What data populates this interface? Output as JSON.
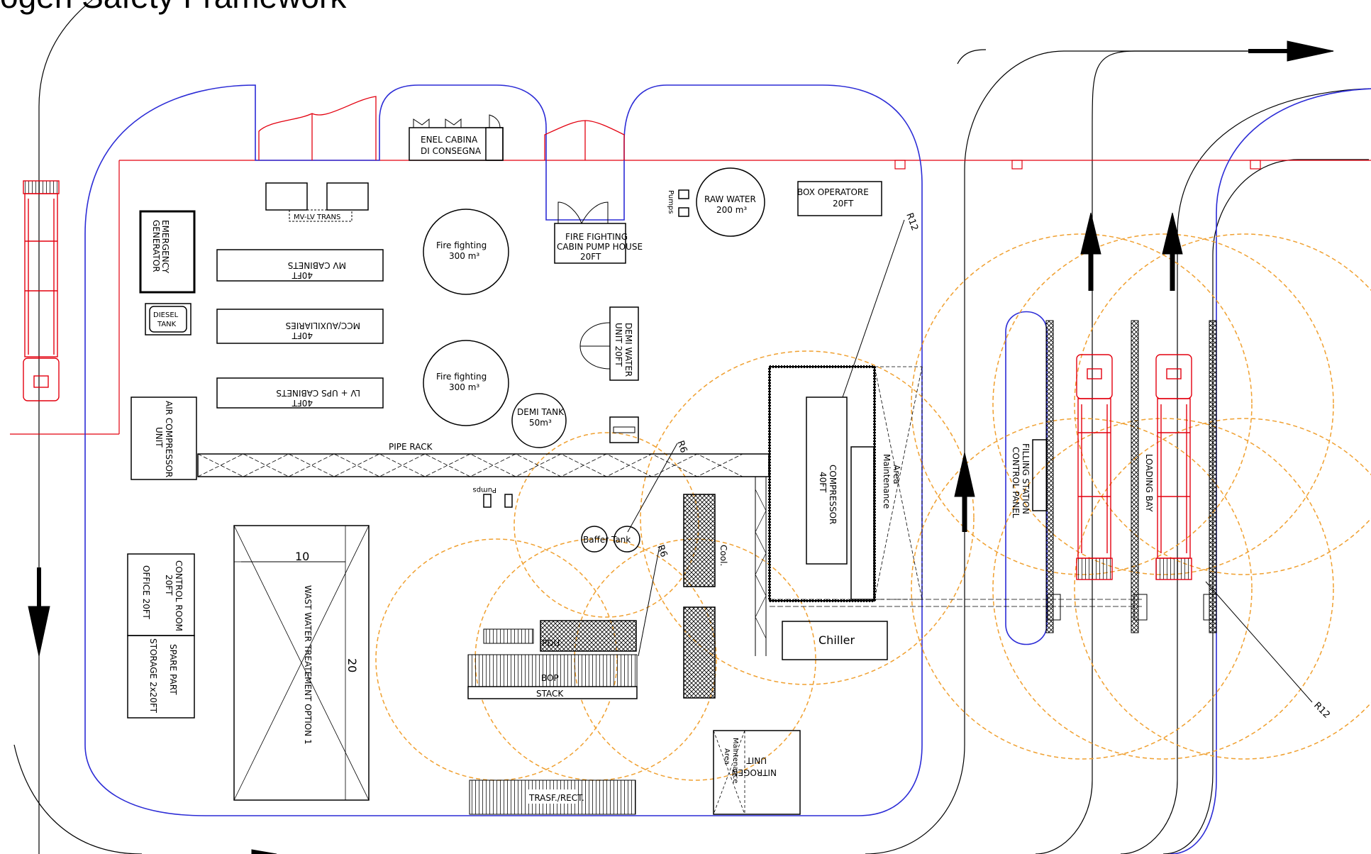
{
  "title": "ogen Safety Framework",
  "labels": {
    "enel_1": "ENEL CABINA",
    "enel_2": "DI CONSEGNA",
    "mv_lv_trans": "MV-LV TRANS",
    "emergency_1": "EMERGENCY",
    "emergency_2": "GENERATOR",
    "diesel_1": "DIESEL",
    "diesel_2": "TANK",
    "mv_cab_1": "MV CABINETS",
    "mv_cab_2": "40FT",
    "mcc_1": "MCC/AUXILIARIES",
    "mcc_2": "40FT",
    "lv_ups_1": "LV + UPS CABINETS",
    "lv_ups_2": "40FT",
    "fire1_1": "Fire fighting",
    "fire1_2": "300 m³",
    "fire2_1": "Fire fighting",
    "fire2_2": "300 m³",
    "fire_pump_1": "FIRE FIGHTING",
    "fire_pump_2": "CABIN PUMP HOUSE",
    "fire_pump_3": "20FT",
    "pumps_top": "Pumps",
    "pumps_mid": "Pumps",
    "raw_water_1": "RAW WATER",
    "raw_water_2": "200 m³",
    "box_op_1": "BOX OPERATORE",
    "box_op_2": "20FT",
    "demi_water_1": "DEMI WATER",
    "demi_water_2": "UNIT 20FT",
    "demi_tank_1": "DEMI TANK",
    "demi_tank_2": "50m³",
    "air_comp_1": "AIR COMPRESSOR",
    "air_comp_2": "UNIT",
    "pipe_rack": "PIPE RACK",
    "buffer_tank": "Baffer Tank",
    "cool": "Cool.",
    "compressor_1": "COMPRESSOR",
    "compressor_2": "40FT",
    "maint_area_1": "Maintenance",
    "maint_area_2": "Area",
    "chiller": "Chiller",
    "control_room_1": "CONTROL ROOM",
    "control_room_2": "20FT",
    "office": "OFFICE 20FT",
    "spare_1": "SPARE PART",
    "spare_2": "STORAGE 2x20FT",
    "wwt": "WAST WATER TREATEMENT OPTION 1",
    "dim_10": "10",
    "dim_20": "20",
    "pdu": "PDU",
    "bop": "BOP",
    "stack": "STACK",
    "trasf": "TRASF./RECT.",
    "nitrogen_1": "NITROGEN",
    "nitrogen_2": "UNIT",
    "maint2_1": "Maintenance",
    "maint2_2": "Area",
    "filling_1": "FILLING STATION",
    "filling_2": "CONTROL PANEL",
    "loading_bay": "LOADING BAY",
    "r12_top": "R12",
    "r12_bottom": "R12",
    "r6_top": "R6",
    "r6_bottom": "R6"
  },
  "colors": {
    "fence": "#e3000f",
    "road": "#2b2bd6",
    "radius": "#f0a030",
    "line": "#000000",
    "truck": "#e3000f"
  }
}
